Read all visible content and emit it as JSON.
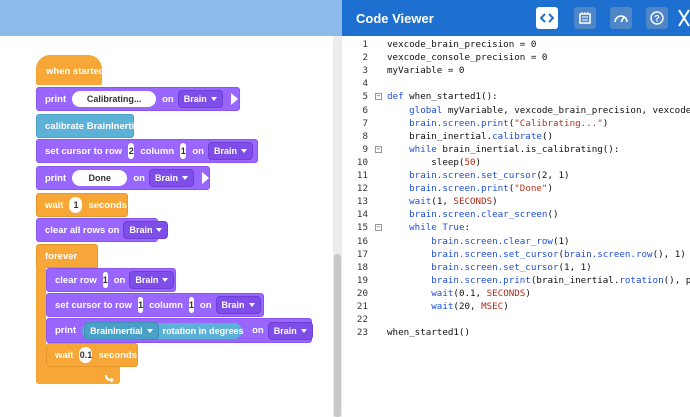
{
  "blocks": {
    "hat_label": "when started",
    "print1": {
      "label": "print",
      "value": "Calibrating...",
      "on": "on",
      "target": "Brain"
    },
    "calibrate": {
      "label": "calibrate BrainInertial"
    },
    "setcursor1": {
      "label": "set cursor to row",
      "row": "2",
      "col_label": "column",
      "col": "1",
      "on": "on",
      "target": "Brain"
    },
    "print2": {
      "label": "print",
      "value": "Done",
      "on": "on",
      "target": "Brain"
    },
    "wait1": {
      "label": "wait",
      "value": "1",
      "unit": "seconds"
    },
    "clearall": {
      "label": "clear all rows on",
      "target": "Brain"
    },
    "forever": {
      "label": "forever"
    },
    "clearrow": {
      "label": "clear row",
      "row": "1",
      "on": "on",
      "target": "Brain"
    },
    "setcursor2": {
      "label": "set cursor to row",
      "row": "1",
      "col_label": "column",
      "col": "1",
      "on": "on",
      "target": "Brain"
    },
    "print3": {
      "label": "print",
      "sensor": "BrainInertial",
      "reporter": "rotation in degrees",
      "on": "on",
      "target": "Brain"
    },
    "wait2": {
      "label": "wait",
      "value": "0.1",
      "unit": "seconds"
    }
  },
  "viewer": {
    "title": "Code Viewer",
    "buttons": [
      "code-icon",
      "device-icon",
      "dashboard-icon",
      "help-icon"
    ]
  },
  "code_lines": [
    {
      "n": "1",
      "fold": "",
      "html": "vexcode_brain_precision = 0"
    },
    {
      "n": "2",
      "fold": "",
      "html": "vexcode_console_precision = 0"
    },
    {
      "n": "3",
      "fold": "",
      "html": "myVariable = 0"
    },
    {
      "n": "4",
      "fold": "",
      "html": ""
    },
    {
      "n": "5",
      "fold": "−",
      "html": "<span class='k'>def</span> when_started1():"
    },
    {
      "n": "6",
      "fold": "",
      "html": "    <span class='k'>global</span> myVariable, vexcode_brain_precision, vexcode_con"
    },
    {
      "n": "7",
      "fold": "",
      "html": "    <span class='k'>brain.screen.print</span>(<span class='s'>\"Calibrating...\"</span>)"
    },
    {
      "n": "8",
      "fold": "",
      "html": "    brain_inertial.<span class='k'>calibrate</span>()"
    },
    {
      "n": "9",
      "fold": "−",
      "html": "    <span class='k'>while</span> brain_inertial.is_calibrating():"
    },
    {
      "n": "10",
      "fold": "",
      "html": "        sleep(<span class='c'>50</span>)"
    },
    {
      "n": "11",
      "fold": "",
      "html": "    <span class='k'>brain.screen.set_cursor</span>(2, 1)"
    },
    {
      "n": "12",
      "fold": "",
      "html": "    <span class='k'>brain.screen.print</span>(<span class='s'>\"Done\"</span>)"
    },
    {
      "n": "13",
      "fold": "",
      "html": "    <span class='k'>wait</span>(1, <span class='c'>SECONDS</span>)"
    },
    {
      "n": "14",
      "fold": "",
      "html": "    <span class='k'>brain.screen.clear_screen</span>()"
    },
    {
      "n": "15",
      "fold": "−",
      "html": "    <span class='k'>while</span> <span class='k'>True</span>:"
    },
    {
      "n": "16",
      "fold": "",
      "html": "        <span class='k'>brain.screen.clear_row</span>(1)"
    },
    {
      "n": "17",
      "fold": "",
      "html": "        <span class='k'>brain.screen.set_cursor</span>(<span class='k'>brain.screen.row</span>(), 1)"
    },
    {
      "n": "18",
      "fold": "",
      "html": "        <span class='k'>brain.screen.set_cursor</span>(1, 1)"
    },
    {
      "n": "19",
      "fold": "",
      "html": "        <span class='k'>brain.screen.print</span>(brain_inertial.<span class='k'>rotation</span>(), preci"
    },
    {
      "n": "20",
      "fold": "",
      "html": "        <span class='k'>wait</span>(0.1, <span class='c'>SECONDS</span>)"
    },
    {
      "n": "21",
      "fold": "",
      "html": "        <span class='k'>wait</span>(20, <span class='c'>MSEC</span>)"
    },
    {
      "n": "22",
      "fold": "",
      "html": ""
    },
    {
      "n": "23",
      "fold": "",
      "html": "when_started1()"
    }
  ]
}
